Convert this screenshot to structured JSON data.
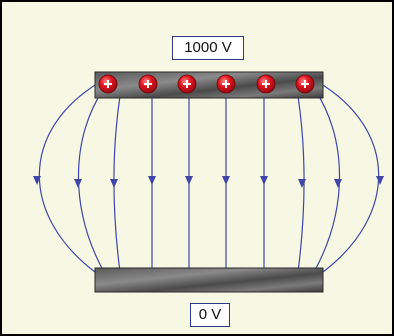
{
  "labels": {
    "top_voltage": "1000 V",
    "bottom_voltage": "0 V"
  },
  "colors": {
    "background": "#f7f8e3",
    "frame": "#000000",
    "field_line": "#3f46a8",
    "plate_dark": "#3d3d3d",
    "plate_light": "#8a8a8a",
    "charge_fill": "#e0141e",
    "charge_sign": "#ffffff"
  },
  "icons": {
    "charge": "positive-charge-icon",
    "arrow": "arrow-down-icon"
  },
  "charges": {
    "count": 6,
    "sign": "+"
  },
  "field_lines": {
    "count": 10,
    "direction": "down"
  }
}
